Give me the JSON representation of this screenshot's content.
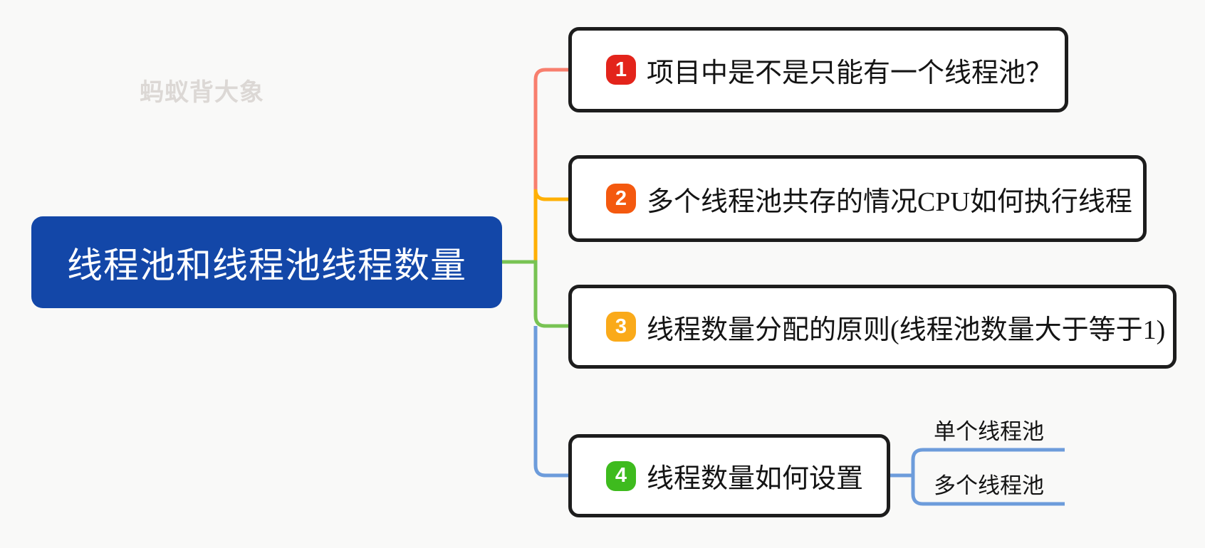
{
  "watermark": "蚂蚁背大象",
  "root": {
    "label": "线程池和线程池线程数量",
    "bg": "#1347A8",
    "text_color": "#FFFFFF"
  },
  "branches": [
    {
      "badge": "1",
      "badge_color": "#E3241B",
      "label": "项目中是不是只能有一个线程池？",
      "connector_color": "#F87F6E"
    },
    {
      "badge": "2",
      "badge_color": "#F4590F",
      "label": "多个线程池共存的情况CPU如何执行线程",
      "connector_color": "#FFB005"
    },
    {
      "badge": "3",
      "badge_color": "#FAAA1A",
      "label": "线程数量分配的原则(线程池数量大于等于1)",
      "connector_color": "#78C353"
    },
    {
      "badge": "4",
      "badge_color": "#3EBB1E",
      "label": "线程数量如何设置",
      "connector_color": "#6D9CDB",
      "children": [
        {
          "label": "单个线程池"
        },
        {
          "label": "多个线程池"
        }
      ]
    }
  ]
}
